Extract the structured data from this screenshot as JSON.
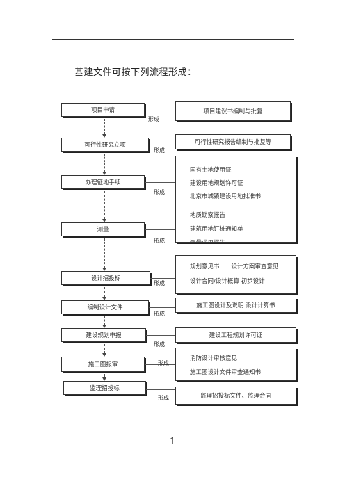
{
  "intro_text": "基建文件可按下列流程形成：",
  "connector_label": "形成",
  "page_number": "1",
  "steps": [
    {
      "label": "项目申请",
      "outputs": [
        "项目建议书编制与批复"
      ]
    },
    {
      "label": "可行性研究立项",
      "outputs": [
        "可行性研究报告编制与批复等"
      ]
    },
    {
      "label": "办理征地手续",
      "outputs": [
        "国有土地使用证",
        "建设用地规划许可证",
        "北京市城镇建设用地批准书"
      ]
    },
    {
      "label": "测量",
      "outputs": [
        "地质勘察报告",
        "建筑用地钉桩通知单",
        "测量成果报告"
      ]
    },
    {
      "label": "设计招投标",
      "outputs": [
        "规划意见书　　设计方案审查意见",
        "设计合同/设计概算  初步设计"
      ]
    },
    {
      "label": "编制设计文件",
      "outputs": [
        "施工图设计及说明  设计计算书"
      ]
    },
    {
      "label": "建设规划申报",
      "outputs": [
        "建设工程规划许可证"
      ]
    },
    {
      "label": "施工图报审",
      "outputs": [
        "消防设计审核意见",
        "施工图设计文件审查通知书"
      ]
    },
    {
      "label": "监理招投标",
      "outputs": [
        "监理招投标文件、监理合同"
      ]
    }
  ]
}
